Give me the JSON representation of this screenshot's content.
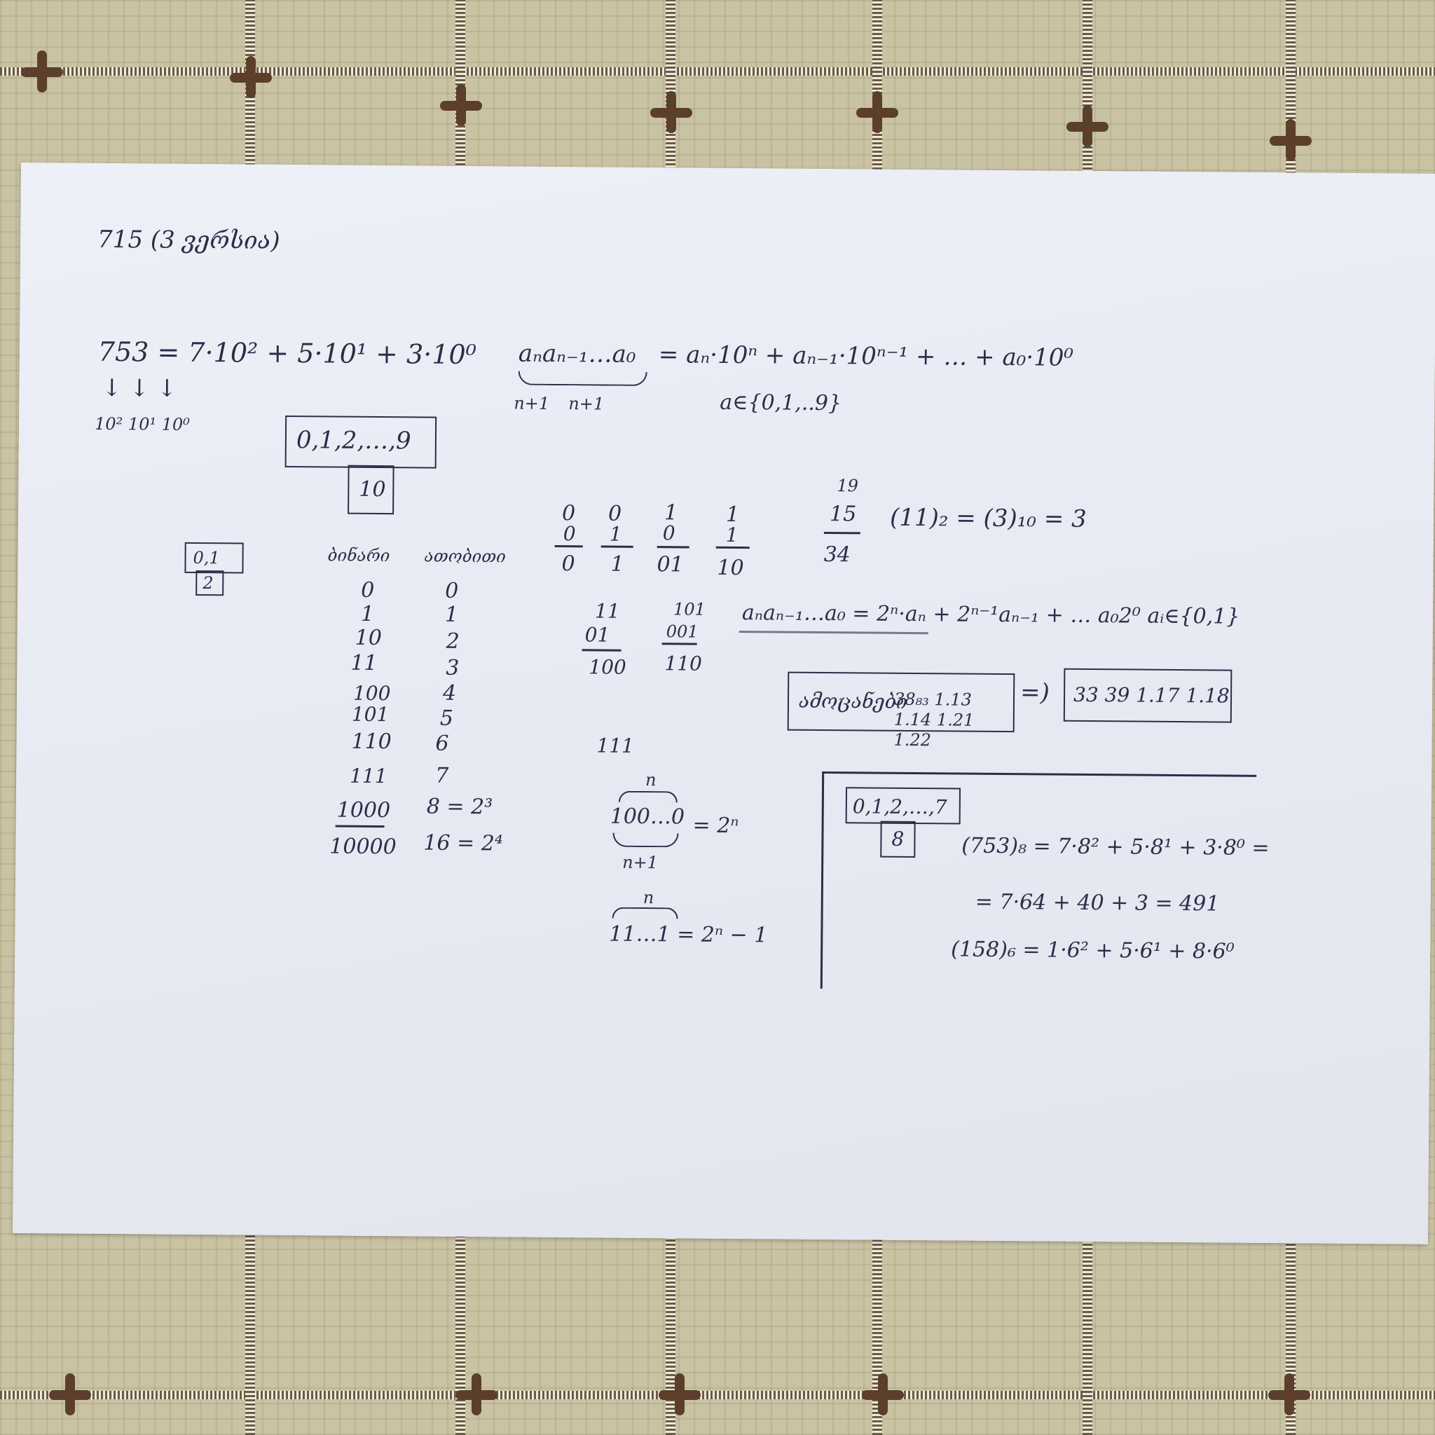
{
  "header": {
    "title": "715 (3 ვერსია)"
  },
  "decimal": {
    "expansion": "753 = 7·10² + 5·10¹ + 3·10⁰",
    "arrows": "↓ ↓ ↓",
    "powers": "10² 10¹ 10⁰",
    "general": "aₙaₙ₋₁…a₀",
    "general_rhs": "= aₙ·10ⁿ + aₙ₋₁·10ⁿ⁻¹ + … + a₀·10⁰",
    "n_plus_1_left": "n+1",
    "n_plus_1_right": "n+1",
    "digits_set": "a∈{0,1,..9}"
  },
  "base10_box": {
    "digits": "0,1,2,…,9",
    "base": "10"
  },
  "base2_box": {
    "digits": "0,1",
    "base": "2"
  },
  "conversion_table": {
    "headers": [
      "ბინარი",
      "ათობითი"
    ],
    "rows": [
      [
        "0",
        "0"
      ],
      [
        "1",
        "1"
      ],
      [
        "10",
        "2"
      ],
      [
        "11",
        "3"
      ],
      [
        "100",
        "4"
      ],
      [
        "101",
        "5"
      ],
      [
        "110",
        "6"
      ],
      [
        "111",
        "7"
      ],
      [
        "1000",
        "8 = 2³"
      ],
      [
        "10000",
        "16 = 2⁴"
      ]
    ]
  },
  "additions": [
    {
      "top": "0",
      "bottom": "0",
      "result": "0"
    },
    {
      "top": "0",
      "bottom": "1",
      "result": "1"
    },
    {
      "top": "1",
      "bottom": "0",
      "result": "01"
    },
    {
      "top": "1",
      "bottom": "1",
      "result": "10"
    }
  ],
  "decimal_add": {
    "carry": "19",
    "top": "15",
    "result": "34"
  },
  "eleven": "(11)₂ = (3)₁₀ = 3",
  "add2": [
    {
      "top": "11",
      "bottom": "01",
      "result": "100"
    },
    {
      "top": "101",
      "bottom": "001",
      "result": "110"
    }
  ],
  "binary_general": "aₙaₙ₋₁…a₀ = 2ⁿ·aₙ + 2ⁿ⁻¹aₙ₋₁ + … a₀2⁰   aᵢ∈{0,1}",
  "homework": {
    "label": "ამოცანები",
    "left": "38₈₃  1.13 1.14  1.21 1.22",
    "arrow": "=)",
    "right": "33 39  1.17 1.18"
  },
  "eleven_one": "111",
  "power_forms": {
    "n_label": "n",
    "zeros": "100…0",
    "zeros_rhs": "= 2ⁿ",
    "n1_label": "n+1",
    "n_label2": "n",
    "ones": "11…1 = 2ⁿ − 1"
  },
  "octal": {
    "digits": "0,1,2,…,7",
    "base": "8",
    "line1": "(753)₈ = 7·8² + 5·8¹ + 3·8⁰ =",
    "line2": "= 7·64 + 40 + 3 = 491",
    "line3": "(158)₆ = 1·6² + 5·6¹ + 8·6⁰"
  }
}
